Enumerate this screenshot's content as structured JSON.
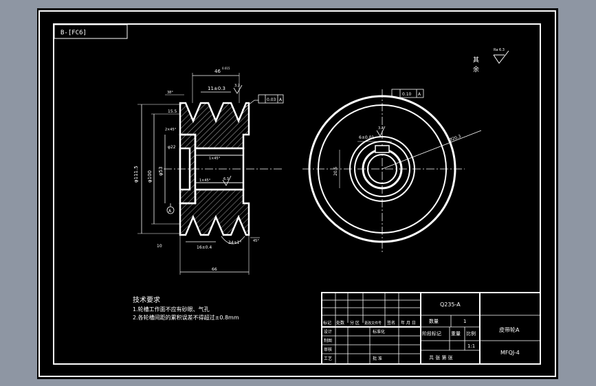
{
  "app": {
    "background": "#8e96a3",
    "sheet": "#000000",
    "line": "#ffffff"
  },
  "corner_tag": "B-[FC6]",
  "roughness": {
    "label_top": "其",
    "label_bottom": "余",
    "symbol_value": "Ra 6.3"
  },
  "front_view": {
    "dim_top": "46",
    "dim_top_tol": "0.015",
    "dim_pitch": "11±0.3",
    "roughness_ra": "3.2",
    "runout_box": "0.03",
    "datum_a": "A",
    "angle_top": "38°",
    "dim_groove_depth": "15.5",
    "dim_chamfer_1": "2×45°",
    "dim_od": "φ111.5",
    "dim_pd": "φ100",
    "dim_bore": "φ53",
    "dim_hub": "φ22",
    "chamfer_bore": "1×45°",
    "chamfer_hub": "1×45°",
    "roughness_bore": "6.3",
    "datum_circle": "A",
    "dim_bottom_left": "10",
    "dim_bottom_1": "16±0.4",
    "dim_bottom_2": "34±1°",
    "angle_bottom": "45°",
    "dim_width": "66"
  },
  "side_view": {
    "runout_box": "0.10",
    "datum": "A",
    "keyway_width": "6±0.01",
    "keyway_ra": "3.2",
    "keyway_depth": "20.5",
    "radius_label": "Ø20.3"
  },
  "notes": {
    "title": "技术要求",
    "items": [
      "1.轮槽工作面不应有砂眼、气孔",
      "2.各轮槽间距的累积误差不得超过±0.8mm"
    ]
  },
  "title_block": {
    "material": "Q235-A",
    "row_headers": [
      "标记",
      "处数",
      "分 区",
      "更改文件号",
      "签名",
      "年 月 日"
    ],
    "design_label": "设计",
    "standard_label": "标准化",
    "drafter_label": "制图",
    "review_label": "审核",
    "process_label": "工艺",
    "approve_label": "批 准",
    "qty_label": "数量",
    "qty_value": "1",
    "stage_label": "阶段标记",
    "weight_label": "重量",
    "scale_label": "比例",
    "scale_value": "1:1",
    "sheets_label": "共 张 第 张",
    "part_name": "皮带轮A",
    "drawing_no": "MFQJ-4"
  }
}
